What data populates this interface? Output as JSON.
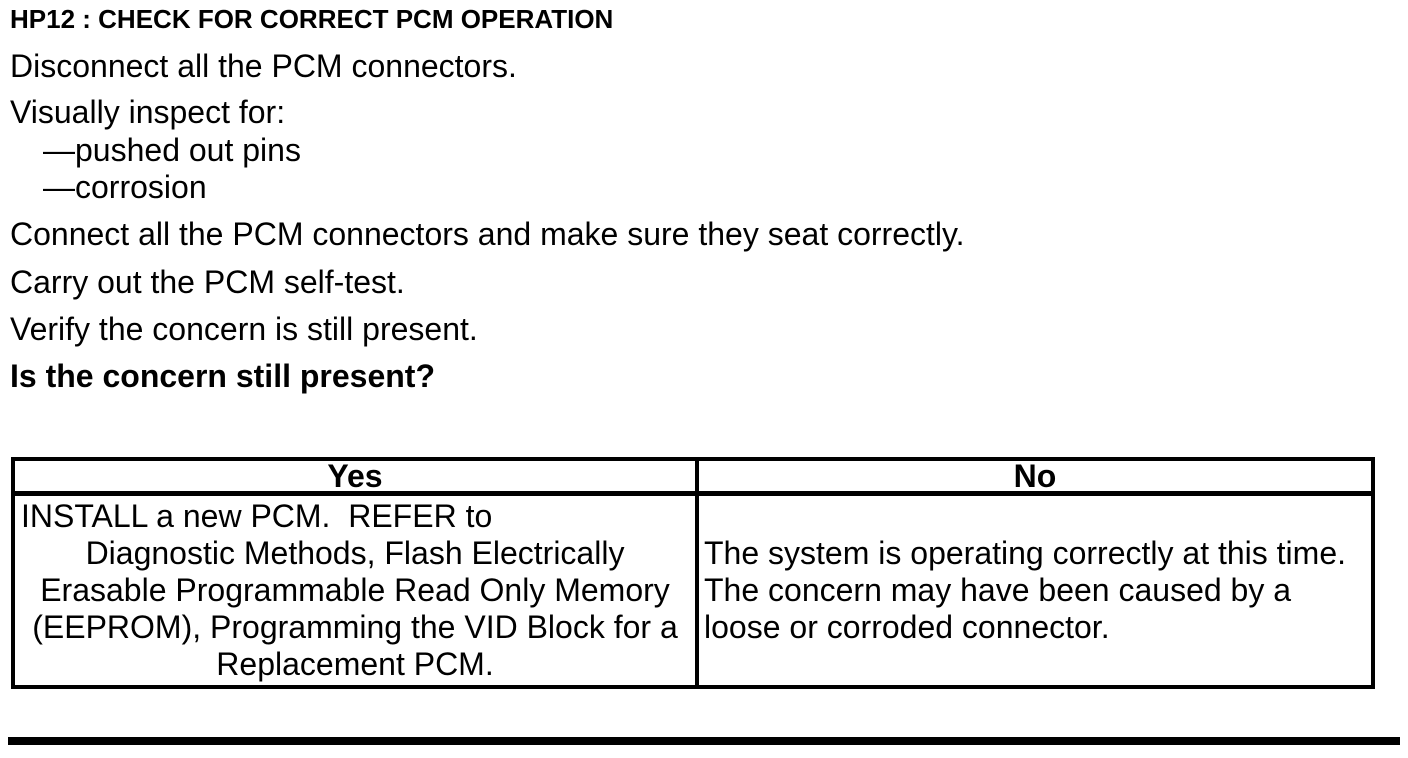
{
  "document": {
    "heading": "HP12 : CHECK FOR CORRECT PCM OPERATION",
    "steps": [
      "Disconnect all the PCM connectors.",
      "Visually inspect for:",
      "—pushed out pins",
      "—corrosion",
      "Connect all the PCM connectors and make sure they seat correctly.",
      "Carry out the PCM self-test.",
      "Verify the concern is still present.",
      "Is the concern still present?"
    ],
    "table": {
      "yes_header": "Yes",
      "no_header": "No",
      "yes_lines": [
        "INSTALL a new PCM.  REFER to",
        "Diagnostic Methods, Flash Electrically",
        "Erasable Programmable Read Only Memory",
        "(EEPROM), Programming the VID Block for a",
        "Replacement PCM."
      ],
      "no_lines": [
        "The system is operating correctly at this time.",
        "The concern may have been caused by a",
        "loose or corroded connector."
      ]
    },
    "colors": {
      "ink": "#000000",
      "paper": "#ffffff"
    }
  }
}
